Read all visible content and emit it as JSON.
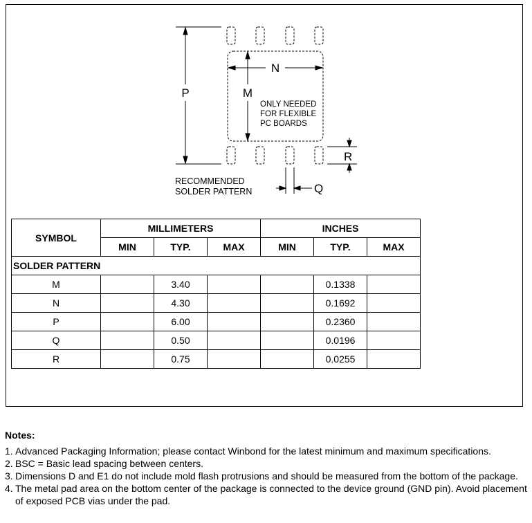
{
  "diagram": {
    "labels": {
      "p": "P",
      "m": "M",
      "n": "N",
      "r": "R",
      "q": "Q"
    },
    "note_lines": [
      "ONLY NEEDED",
      "FOR FLEXIBLE",
      "PC BOARDS"
    ],
    "caption_lines": [
      "RECOMMENDED",
      "SOLDER PATTERN"
    ]
  },
  "table": {
    "symbol_header": "SYMBOL",
    "millimeters_header": "MILLIMETERS",
    "inches_header": "INCHES",
    "subheaders": [
      "MIN",
      "TYP.",
      "MAX",
      "MIN",
      "TYP.",
      "MAX"
    ],
    "section": "SOLDER PATTERN",
    "rows": [
      {
        "symbol": "M",
        "mm_min": "",
        "mm_typ": "3.40",
        "mm_max": "",
        "in_min": "",
        "in_typ": "0.1338",
        "in_max": ""
      },
      {
        "symbol": "N",
        "mm_min": "",
        "mm_typ": "4.30",
        "mm_max": "",
        "in_min": "",
        "in_typ": "0.1692",
        "in_max": ""
      },
      {
        "symbol": "P",
        "mm_min": "",
        "mm_typ": "6.00",
        "mm_max": "",
        "in_min": "",
        "in_typ": "0.2360",
        "in_max": ""
      },
      {
        "symbol": "Q",
        "mm_min": "",
        "mm_typ": "0.50",
        "mm_max": "",
        "in_min": "",
        "in_typ": "0.0196",
        "in_max": ""
      },
      {
        "symbol": "R",
        "mm_min": "",
        "mm_typ": "0.75",
        "mm_max": "",
        "in_min": "",
        "in_typ": "0.0255",
        "in_max": ""
      }
    ]
  },
  "notes": {
    "title": "Notes:",
    "items": [
      {
        "num": "1.",
        "text": "Advanced Packaging Information; please contact Winbond for the latest minimum and maximum specifications."
      },
      {
        "num": "2.",
        "text": "BSC = Basic lead spacing between centers."
      },
      {
        "num": "3.",
        "text": "Dimensions D and E1 do not include mold flash protrusions and should be measured from the bottom of the package."
      },
      {
        "num": "4.",
        "text": "The metal pad area on the bottom center of the package is connected to the device ground (GND pin). Avoid placement of exposed PCB vias under the pad."
      }
    ]
  }
}
